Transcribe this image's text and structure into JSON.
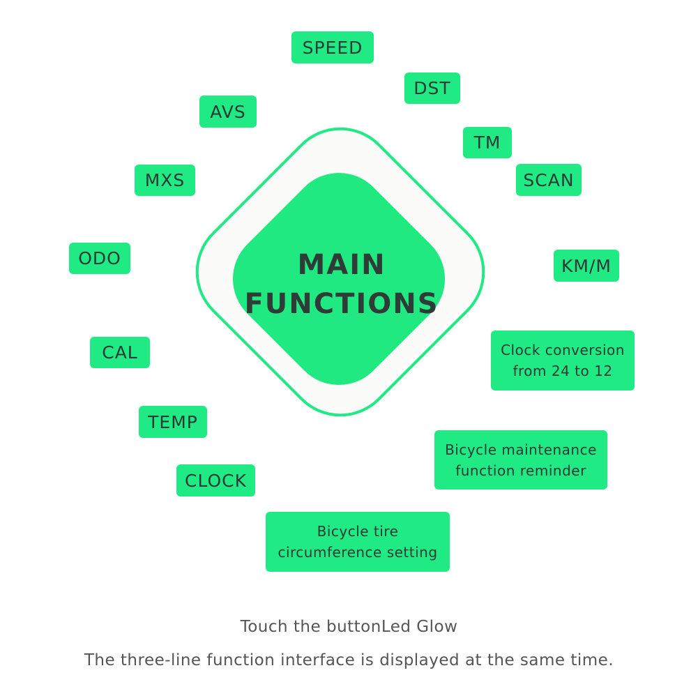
{
  "center": {
    "line1": "MAIN",
    "line2": "FUNCTIONS"
  },
  "functions": [
    {
      "id": "speed",
      "label": "SPEED"
    },
    {
      "id": "dst",
      "label": "DST"
    },
    {
      "id": "avs",
      "label": "AVS"
    },
    {
      "id": "tm",
      "label": "TM"
    },
    {
      "id": "mxs",
      "label": "MXS"
    },
    {
      "id": "scan",
      "label": "SCAN"
    },
    {
      "id": "odo",
      "label": "ODO"
    },
    {
      "id": "kmm",
      "label": "KM/M"
    },
    {
      "id": "cal",
      "label": "CAL"
    },
    {
      "id": "clock-conversion",
      "lines": [
        "Clock conversion",
        "from 24 to 12"
      ]
    },
    {
      "id": "temp",
      "label": "TEMP"
    },
    {
      "id": "maintenance",
      "lines": [
        "Bicycle maintenance",
        "function reminder"
      ]
    },
    {
      "id": "clock",
      "label": "CLOCK"
    },
    {
      "id": "tire",
      "lines": [
        "Bicycle tire",
        "circumference setting"
      ]
    }
  ],
  "caption": {
    "line1": "Touch the buttonLed Glow",
    "line2": "The three-line function interface is displayed at the same time."
  },
  "colors": {
    "accent": "#20ea84",
    "text": "#2b3a35",
    "caption": "#555555"
  }
}
